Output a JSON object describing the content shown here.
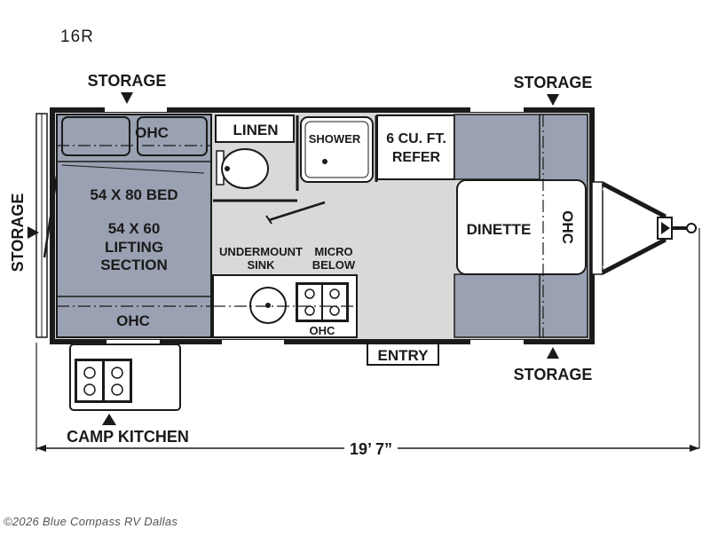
{
  "model": "16R",
  "colors": {
    "outline": "#1a1a1a",
    "furniture": "#9aa1b2",
    "floor": "#d9d9d9",
    "white": "#ffffff"
  },
  "labels": {
    "storage_top_left": "STORAGE",
    "storage_top_right": "STORAGE",
    "storage_left": "STORAGE",
    "storage_bottom_right": "STORAGE",
    "ohc_bed_top": "OHC",
    "ohc_bed_bottom": "OHC",
    "ohc_front": "OHC",
    "ohc_kitchen": "OHC",
    "bed_line1": "54 X 80 BED",
    "bed_line2": "54 X 60",
    "bed_line3": "LIFTING",
    "bed_line4": "SECTION",
    "linen": "LINEN",
    "shower": "SHOWER",
    "refer_line1": "6 CU. FT.",
    "refer_line2": "REFER",
    "dinette": "DINETTE",
    "sink_line1": "UNDERMOUNT",
    "sink_line2": "SINK",
    "micro_line1": "MICRO",
    "micro_line2": "BELOW",
    "entry": "ENTRY",
    "camp_kitchen": "CAMP KITCHEN",
    "length": "19’ 7”"
  },
  "icons": [
    "storage-arrow-icon",
    "stove-icon",
    "sink-icon",
    "toilet-icon",
    "hitch-icon"
  ],
  "watermark": "©2026 Blue Compass RV Dallas"
}
